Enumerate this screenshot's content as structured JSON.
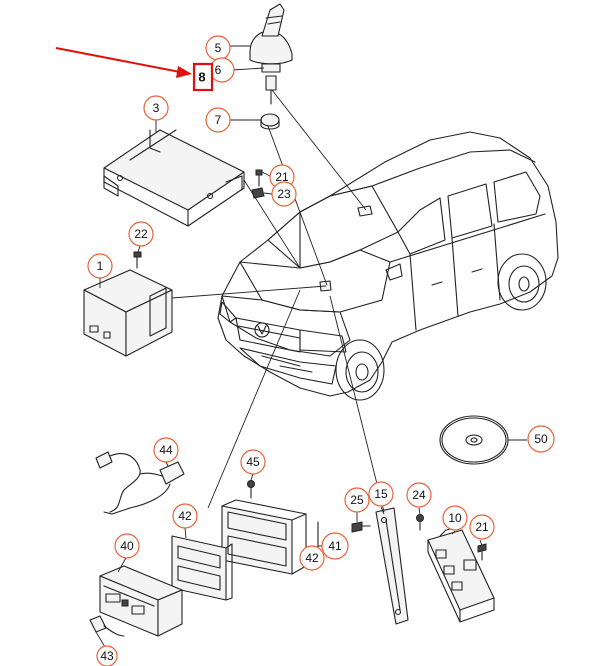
{
  "diagram": {
    "callouts": {
      "c5": "5",
      "c6": "6",
      "c7": "7",
      "c8": "8",
      "c3": "3",
      "c21a": "21",
      "c23": "23",
      "c22": "22",
      "c1": "1",
      "c44": "44",
      "c45": "45",
      "c42a": "42",
      "c40": "40",
      "c43": "43",
      "c25": "25",
      "c15": "15",
      "c24": "24",
      "c10": "10",
      "c21b": "21",
      "c41": "41",
      "c42b": "42",
      "c50": "50"
    },
    "highlight": {
      "color": "#e01010",
      "callout_color": "#e8623a"
    }
  }
}
